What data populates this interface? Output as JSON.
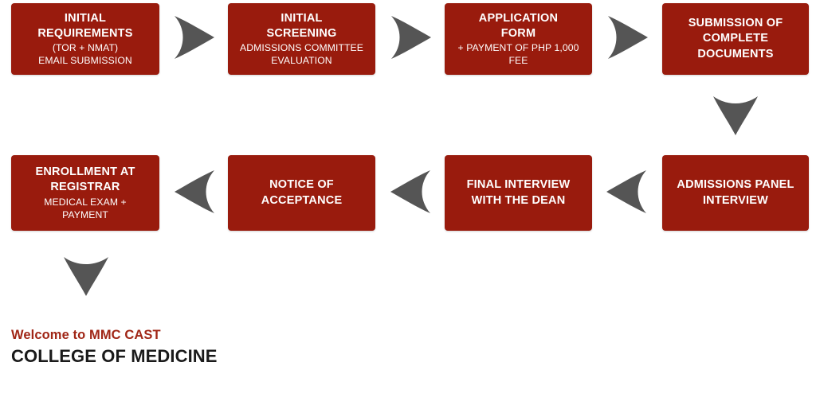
{
  "diagram": {
    "title": "MMC CAST College of Medicine Admissions Process Flowchart",
    "colors": {
      "box_fill": "#991B0D",
      "box_text": "#FFFFFF",
      "arrow": "#555555",
      "welcome_text": "#A02616",
      "program_text": "#1A1A1A",
      "background": "#FFFFFF"
    },
    "steps": [
      {
        "index": 1,
        "title": "INITIAL\nREQUIREMENTS",
        "subtitle": "(TOR + NMAT)\nEMAIL SUBMISSION"
      },
      {
        "index": 2,
        "title": "INITIAL\nSCREENING",
        "subtitle": "ADMISSIONS COMMITTEE\nEVALUATION"
      },
      {
        "index": 3,
        "title": "APPLICATION\nFORM",
        "subtitle": "+ PAYMENT OF PHP 1,000\nFEE"
      },
      {
        "index": 4,
        "title": "SUBMISSION OF\nCOMPLETE\nDOCUMENTS",
        "subtitle": ""
      },
      {
        "index": 5,
        "title": "ADMISSIONS PANEL\nINTERVIEW",
        "subtitle": ""
      },
      {
        "index": 6,
        "title": "FINAL INTERVIEW\nWITH THE DEAN",
        "subtitle": ""
      },
      {
        "index": 7,
        "title": "NOTICE OF\nACCEPTANCE",
        "subtitle": ""
      },
      {
        "index": 8,
        "title": "ENROLLMENT AT\nREGISTRAR",
        "subtitle": "MEDICAL EXAM +\nPAYMENT"
      }
    ],
    "connectors": [
      {
        "name": "arrow-right-1",
        "direction": "right",
        "from": 1,
        "to": 2
      },
      {
        "name": "arrow-right-2",
        "direction": "right",
        "from": 2,
        "to": 3
      },
      {
        "name": "arrow-right-3",
        "direction": "right",
        "from": 3,
        "to": 4
      },
      {
        "name": "arrow-down-1",
        "direction": "down",
        "from": 4,
        "to": 5
      },
      {
        "name": "arrow-left-1",
        "direction": "left",
        "from": 5,
        "to": 6
      },
      {
        "name": "arrow-left-2",
        "direction": "left",
        "from": 6,
        "to": 7
      },
      {
        "name": "arrow-left-3",
        "direction": "left",
        "from": 7,
        "to": 8
      },
      {
        "name": "arrow-down-2",
        "direction": "down",
        "from": 8,
        "to": null
      }
    ]
  },
  "footer": {
    "welcome": "Welcome to MMC CAST",
    "program": "COLLEGE OF MEDICINE"
  }
}
